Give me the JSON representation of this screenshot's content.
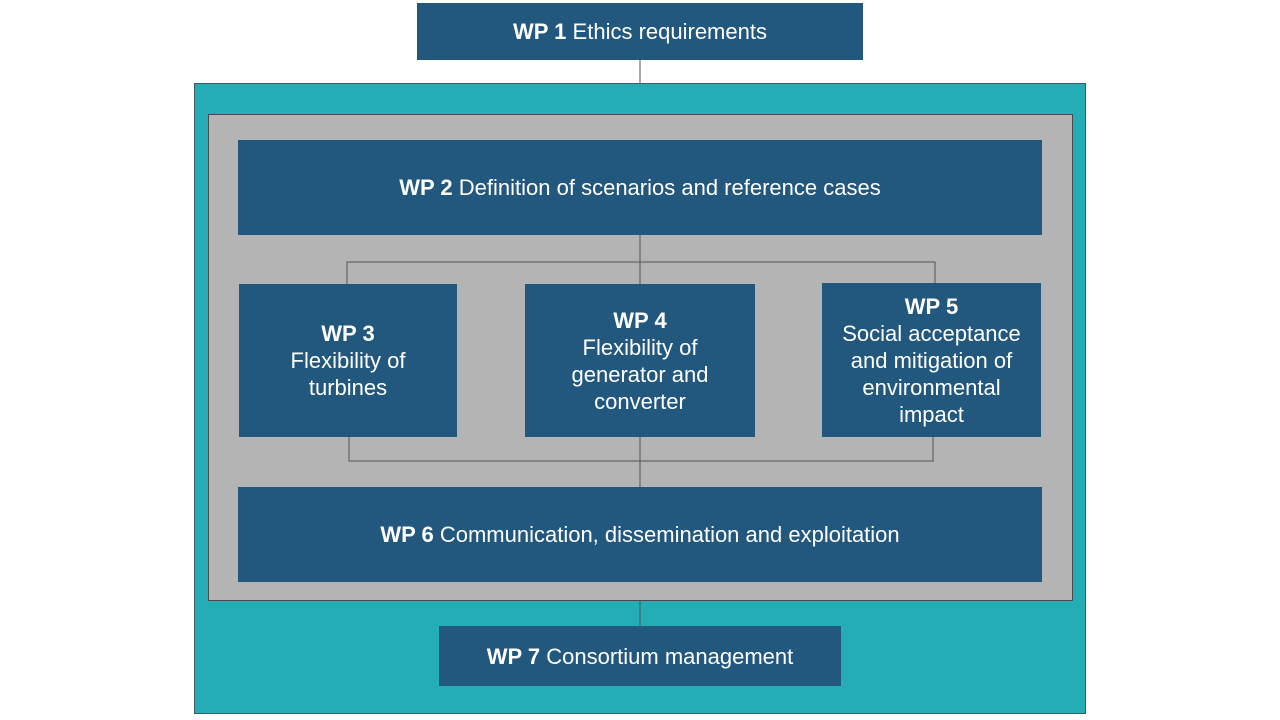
{
  "packages": {
    "wp1": {
      "code": "WP 1",
      "title": "Ethics requirements"
    },
    "wp2": {
      "code": "WP 2",
      "title": "Definition of scenarios and reference cases"
    },
    "wp3": {
      "code": "WP 3",
      "lines": [
        "Flexibility of",
        "turbines"
      ]
    },
    "wp4": {
      "code": "WP 4",
      "lines": [
        "Flexibility of",
        "generator and",
        "converter"
      ]
    },
    "wp5": {
      "code": "WP 5",
      "lines": [
        "Social acceptance",
        "and mitigation of",
        "environmental",
        "impact"
      ]
    },
    "wp6": {
      "code": "WP 6",
      "title": "Communication, dissemination and exploitation"
    },
    "wp7": {
      "code": "WP 7",
      "title": "Consortium management"
    }
  },
  "colors": {
    "box": "#22577e",
    "outer_frame": "#24adb5",
    "inner_frame": "#b4b4b4",
    "connector": "#555555"
  }
}
